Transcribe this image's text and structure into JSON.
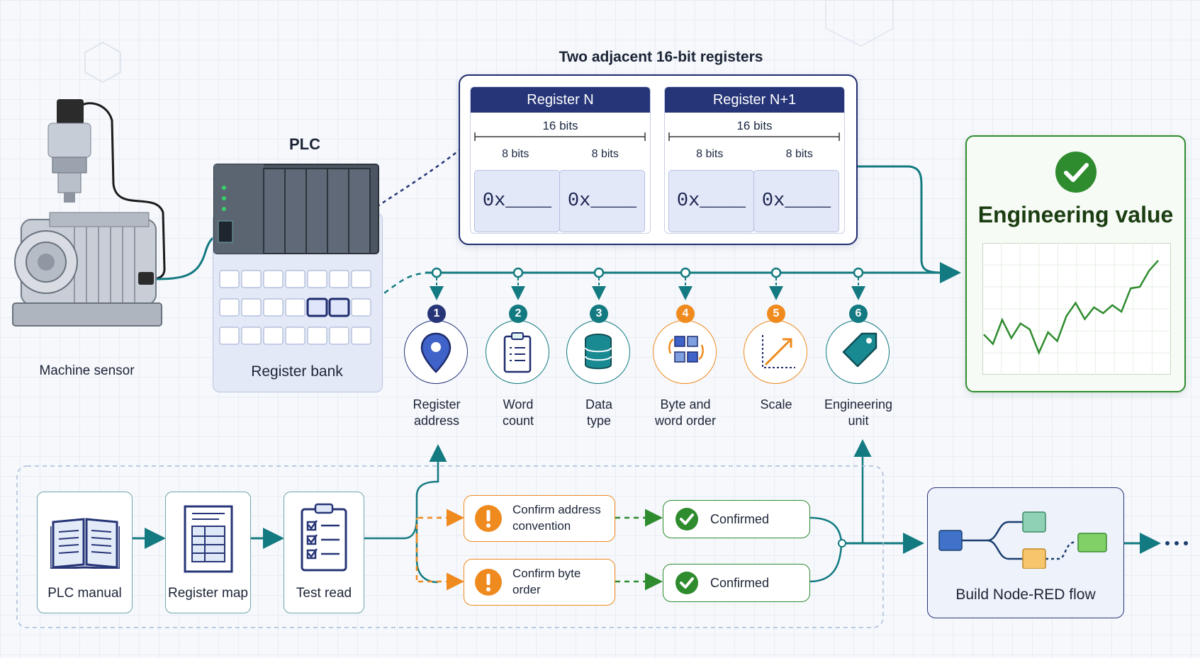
{
  "registers": {
    "heading": "Two adjacent 16-bit registers",
    "items": [
      {
        "name": "Register N",
        "bits_total": "16 bits",
        "bits_left": "8 bits",
        "bits_right": "8 bits",
        "hex_left": "0x____",
        "hex_right": "0x____"
      },
      {
        "name": "Register N+1",
        "bits_total": "16 bits",
        "bits_left": "8 bits",
        "bits_right": "8 bits",
        "hex_left": "0x____",
        "hex_right": "0x____"
      }
    ]
  },
  "hardware": {
    "plc_label": "PLC",
    "sensor_label": "Machine sensor",
    "register_bank_label": "Register bank"
  },
  "steps": [
    {
      "num": "1",
      "label": "Register\naddress",
      "color": "#263577",
      "icon": "map-pin-icon"
    },
    {
      "num": "2",
      "label": "Word\ncount",
      "color": "#127a80",
      "icon": "clipboard-list-icon"
    },
    {
      "num": "3",
      "label": "Data\ntype",
      "color": "#127a80",
      "icon": "database-icon"
    },
    {
      "num": "4",
      "label": "Byte and\nword order",
      "color": "#ef8a1f",
      "icon": "swap-blocks-icon"
    },
    {
      "num": "5",
      "label": "Scale",
      "color": "#ef8a1f",
      "icon": "scale-arrow-icon"
    },
    {
      "num": "6",
      "label": "Engineering\nunit",
      "color": "#127a80",
      "icon": "tag-icon"
    }
  ],
  "output": {
    "title": "Engineering value",
    "trend": [
      0.35,
      0.22,
      0.55,
      0.3,
      0.5,
      0.42,
      0.1,
      0.38,
      0.26,
      0.6,
      0.78,
      0.56,
      0.72,
      0.64,
      0.75,
      0.66,
      0.98,
      1.0,
      1.22,
      1.36
    ]
  },
  "workflow": {
    "docs": [
      "PLC manual",
      "Register map",
      "Test read"
    ],
    "checks": [
      "Confirm address\nconvention",
      "Confirm byte\norder"
    ],
    "confirmed": "Confirmed",
    "build_label": "Build Node-RED flow"
  },
  "colors": {
    "navy": "#1f2c6e",
    "teal": "#127a80",
    "orange": "#ef8a1f",
    "green": "#2e8b2e"
  }
}
